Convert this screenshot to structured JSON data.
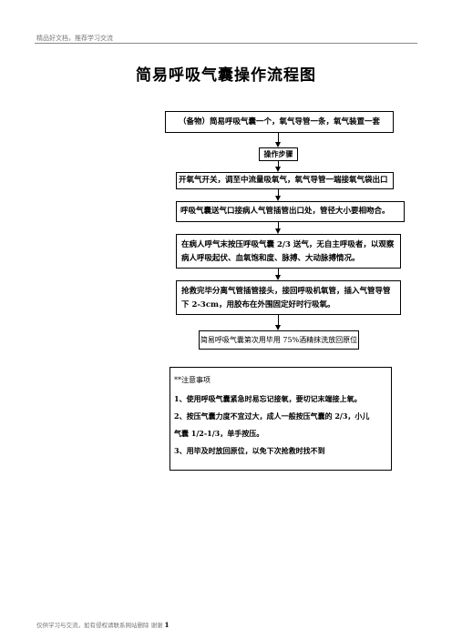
{
  "header": {
    "text": "精品好文档，推荐学习交流"
  },
  "title": "简易呼吸气囊操作流程图",
  "flow": {
    "prep": "（备物）简易呼吸气囊一个，氧气导管一条，氧气装置一套",
    "steps_label": "操作步骤",
    "step1": "开氧气开关，调至中流量吸氧气，氧气导管一端接氧气袋出口",
    "step2": "呼吸气囊送气口接病人气管插管出口处，管径大小要相吻合。",
    "step3": "在病人呼气末按压呼吸气囊 2/3 送气，无自主呼吸者，以观察病人呼吸起伏、血氧饱和度、脉搏、大动脉搏情况。",
    "step4": "抢救完毕分离气管插管接头，接回呼吸机氧管，插入气管导管下 2-3cm，用胶布在外围固定好时行吸氧。",
    "step5": "简易呼吸气囊第次用毕用 75%酒精抹洗放回原位"
  },
  "notes": {
    "title": "**注意事项",
    "items": [
      "1、使用呼吸气囊紧急时易忘记接氧，要切记末端接上氧。",
      "2、按压气囊力度不宜过大，成人一般按压气囊的 2/3，小儿",
      "气囊 1/2-1/3，单手按压。",
      "3、用毕及时放回原位，以免下次抢救时找不到"
    ]
  },
  "footer": {
    "text": "仅供学习与交流，如有侵权请联系网站删除 谢谢",
    "page_number": "1"
  }
}
